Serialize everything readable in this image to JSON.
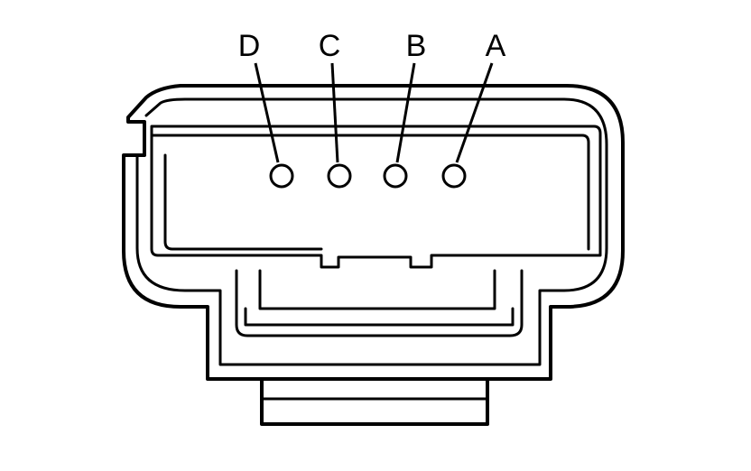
{
  "diagram": {
    "pins": [
      {
        "label": "D"
      },
      {
        "label": "C"
      },
      {
        "label": "B"
      },
      {
        "label": "A"
      }
    ]
  }
}
